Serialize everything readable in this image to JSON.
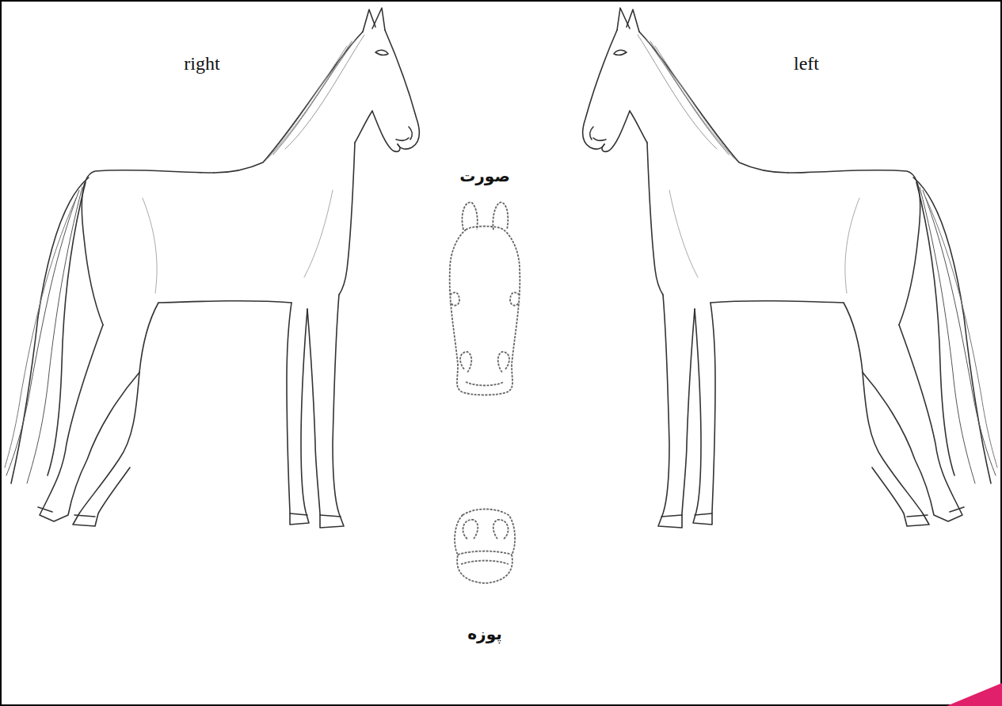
{
  "diagram": {
    "labels": [
      "right",
      "left",
      "صورت",
      "پوزه"
    ]
  }
}
